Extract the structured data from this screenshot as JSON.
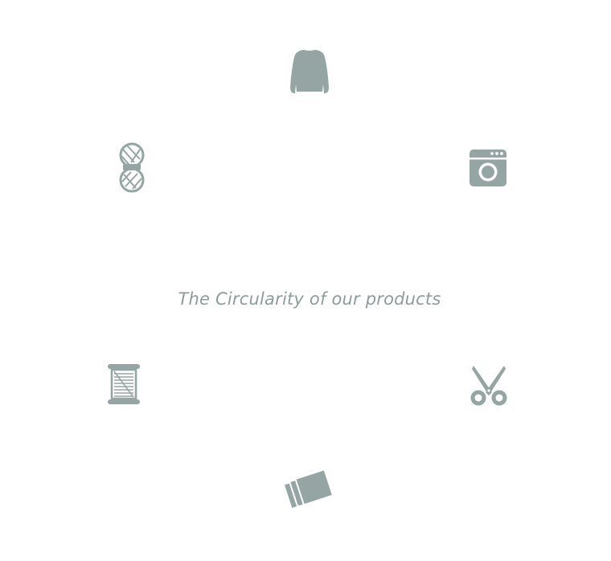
{
  "title": "The Circularity of our products",
  "colors": {
    "icon": "#95a5a4",
    "text": "#8e9c9b",
    "background": "#ffffff"
  },
  "icons": [
    {
      "id": "sweater",
      "icon": "sweater-icon"
    },
    {
      "id": "washer",
      "icon": "washing-machine-icon"
    },
    {
      "id": "scissors",
      "icon": "scissors-icon"
    },
    {
      "id": "fabric",
      "icon": "fabric-swatches-icon"
    },
    {
      "id": "spool",
      "icon": "thread-spool-icon"
    },
    {
      "id": "yarn",
      "icon": "yarn-skein-icon"
    }
  ]
}
